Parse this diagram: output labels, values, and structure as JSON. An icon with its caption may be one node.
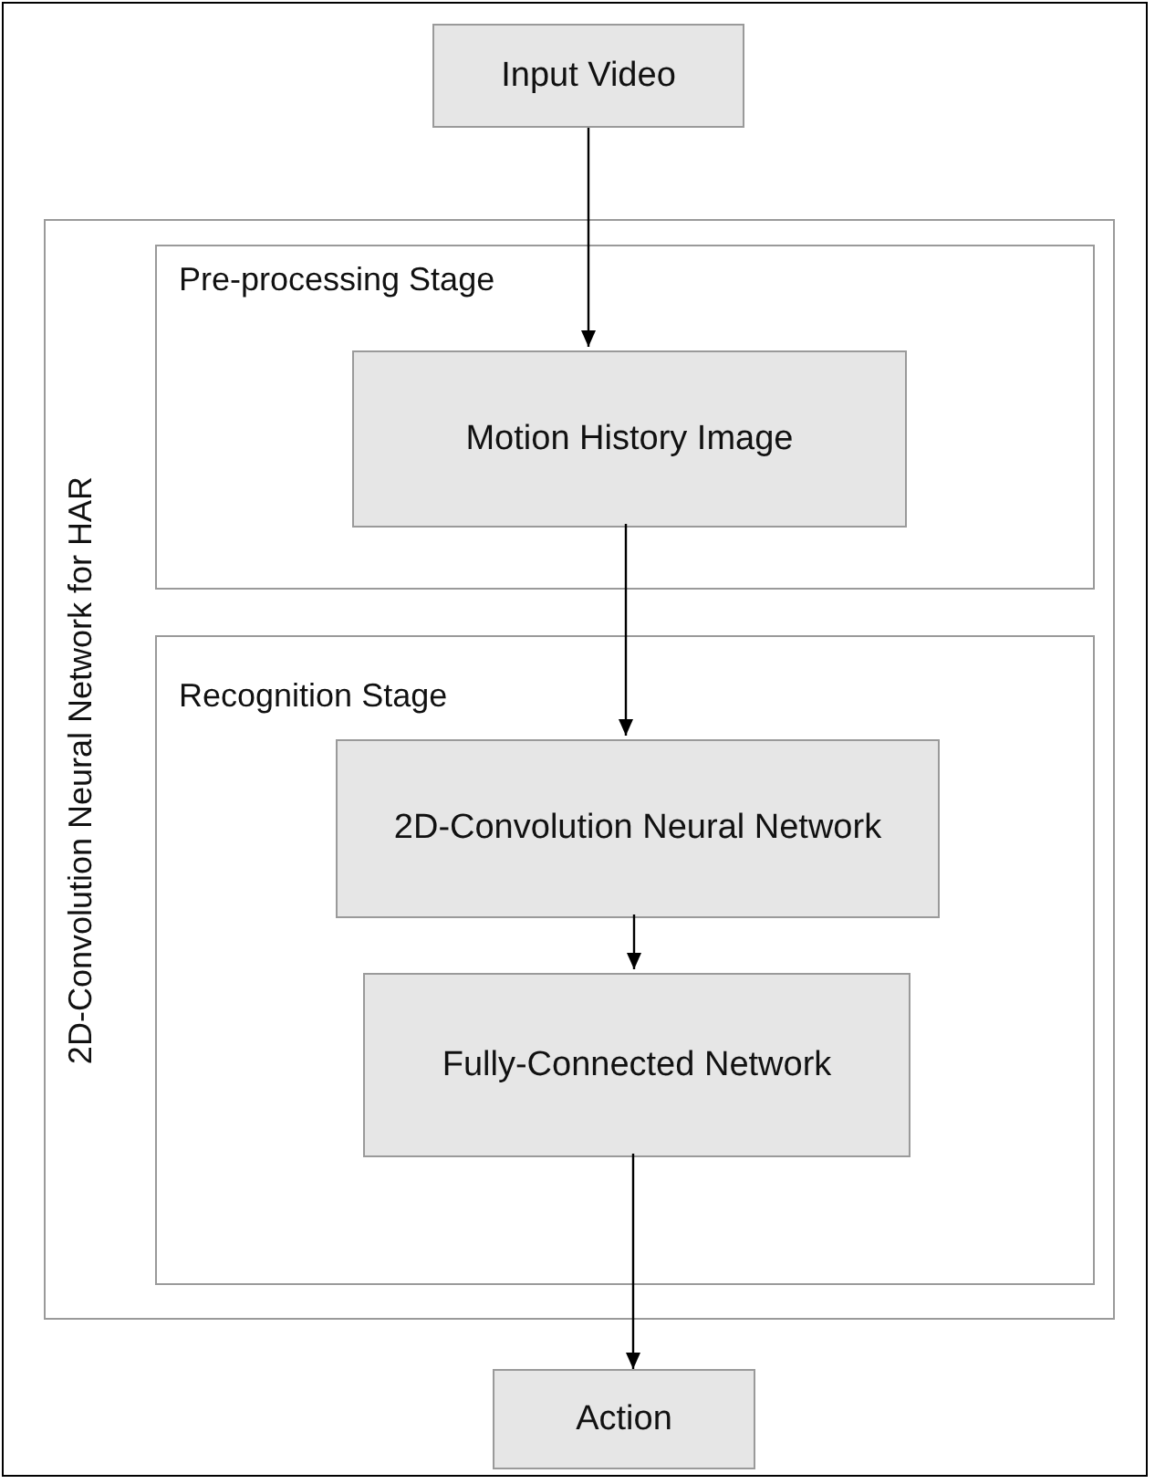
{
  "diagram": {
    "nodes": [
      {
        "text": [
          "Input Video"
        ]
      },
      {
        "text": [
          "2D-Convolution Neural Network for HAR"
        ]
      },
      {
        "text": [
          "Pre-processing Stage"
        ],
        "in": 1
      },
      {
        "text": [
          "Motion History Image"
        ],
        "in": 2
      },
      {
        "text": [
          "Recognition Stage"
        ],
        "in": 1
      },
      {
        "text": [
          "2D-Convolution Neural Network"
        ],
        "in": 4
      },
      {
        "text": [
          "Fully-Connected Network"
        ],
        "in": 4
      },
      {
        "text": [
          "Action"
        ]
      }
    ],
    "edges": [
      {
        "from": 0,
        "to": 3,
        "arrow": "to"
      },
      {
        "from": 3,
        "to": 5,
        "arrow": "to"
      },
      {
        "from": 5,
        "to": 6,
        "arrow": "to"
      },
      {
        "from": 6,
        "to": 7,
        "arrow": "to"
      }
    ]
  }
}
